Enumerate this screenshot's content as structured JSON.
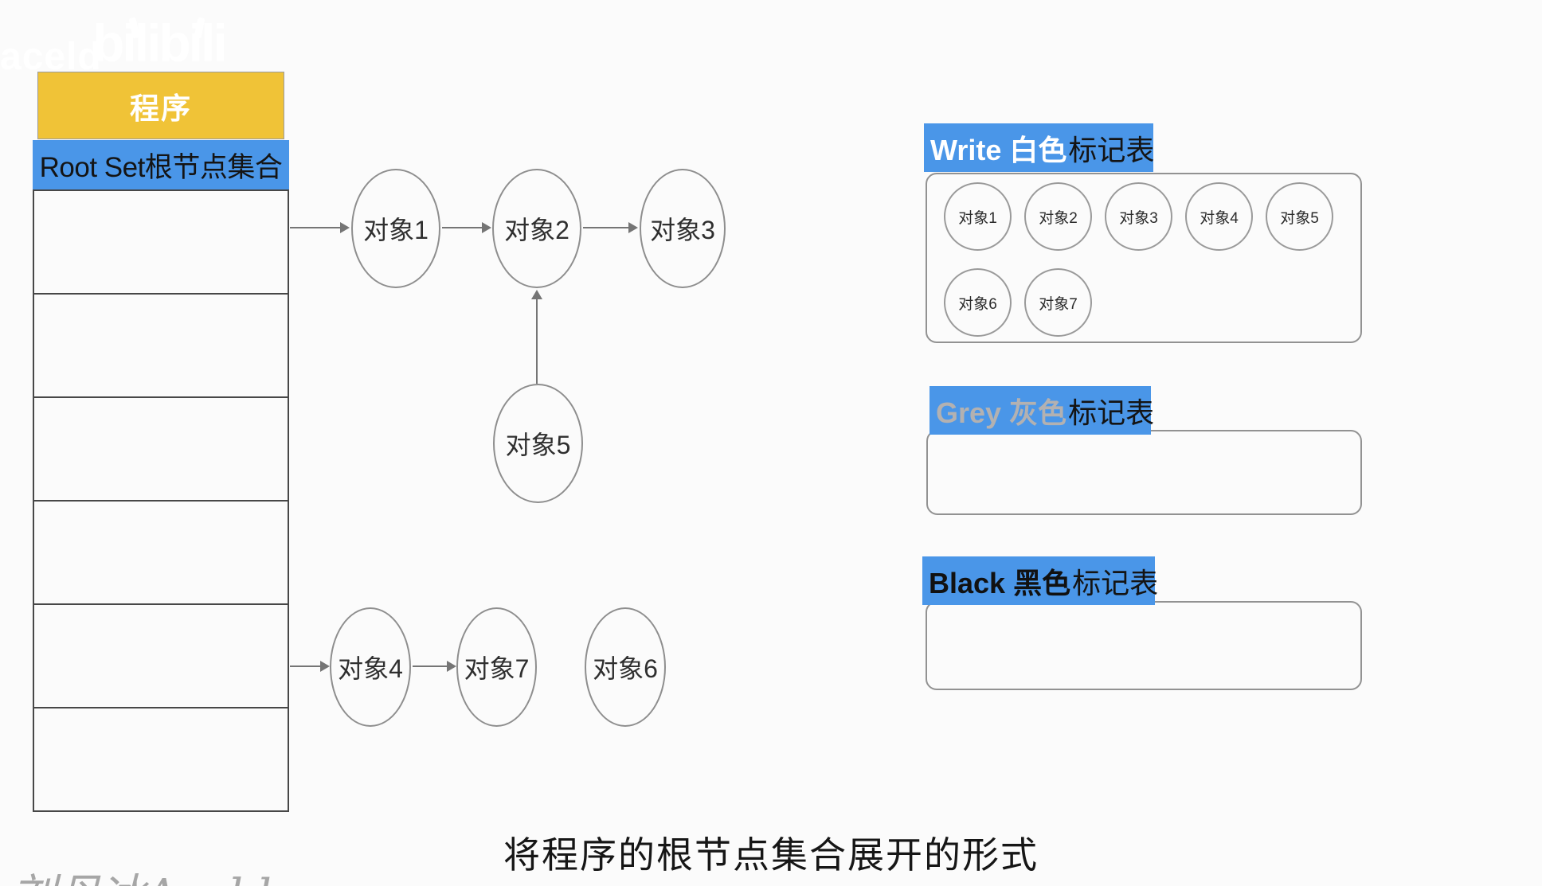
{
  "watermarks": {
    "top_left": "aceld",
    "brand": "bilibili",
    "bottom_left": "刘丹冰Aceld"
  },
  "root_table": {
    "header": "程序",
    "root_set_label": "Root Set根节点集合",
    "empty_row_count": 6
  },
  "graph": {
    "nodes": [
      {
        "id": "obj1",
        "label": "对象1"
      },
      {
        "id": "obj2",
        "label": "对象2"
      },
      {
        "id": "obj3",
        "label": "对象3"
      },
      {
        "id": "obj5",
        "label": "对象5"
      },
      {
        "id": "obj4",
        "label": "对象4"
      },
      {
        "id": "obj7",
        "label": "对象7"
      },
      {
        "id": "obj6",
        "label": "对象6"
      }
    ],
    "edges": [
      {
        "from": "root_set_row_1",
        "to": "对象1"
      },
      {
        "from": "对象1",
        "to": "对象2"
      },
      {
        "from": "对象2",
        "to": "对象3"
      },
      {
        "from": "对象5",
        "to": "对象2"
      },
      {
        "from": "root_set_row_5",
        "to": "对象4"
      },
      {
        "from": "对象4",
        "to": "对象7"
      }
    ]
  },
  "panels": {
    "white": {
      "title_highlight": "Write 白色",
      "title_rest": "标记表",
      "items": [
        "对象1",
        "对象2",
        "对象3",
        "对象4",
        "对象5",
        "对象6",
        "对象7"
      ]
    },
    "grey": {
      "title_highlight": "Grey 灰色",
      "title_rest": "标记表",
      "items": []
    },
    "black": {
      "title_highlight": "Black 黑色",
      "title_rest": "标记表",
      "items": []
    }
  },
  "caption": {
    "text": "将程序的根节点集合展开的形式"
  },
  "colors": {
    "accent_blue": "#4A96E8",
    "header_yellow": "#F0C337",
    "grey_label_text": "#B3B1B1",
    "arrow_grey": "#757575"
  }
}
